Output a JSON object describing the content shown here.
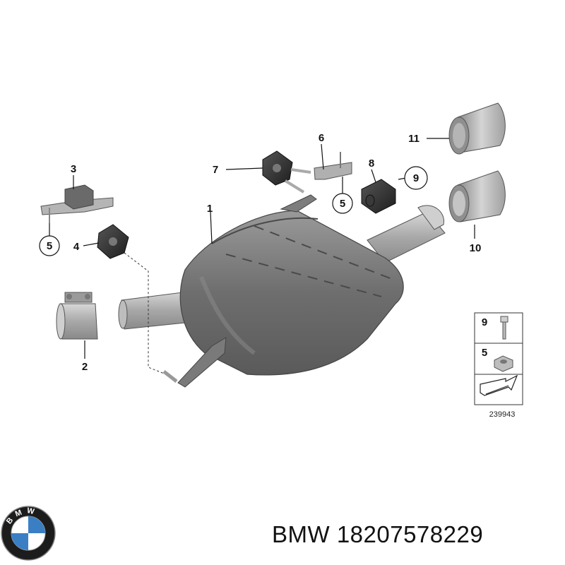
{
  "callouts": {
    "c1": "1",
    "c2": "2",
    "c3": "3",
    "c4": "4",
    "c5a": "5",
    "c5b": "5",
    "c6": "6",
    "c7": "7",
    "c8": "8",
    "c9": "9",
    "c10": "10",
    "c11": "11"
  },
  "legend": {
    "item9": "9",
    "item5": "5",
    "diagram_id": "239943"
  },
  "brand": {
    "logo_letters": "BMW",
    "part_number_text": "BMW 18207578229"
  },
  "colors": {
    "metal_dark": "#6e6e6e",
    "metal_light": "#b9b9b9",
    "bmw_blue": "#3a7fc4",
    "line": "#111111"
  },
  "icons": [
    "bmw-logo-icon",
    "bolt-icon",
    "nut-icon",
    "arrow-icon"
  ]
}
